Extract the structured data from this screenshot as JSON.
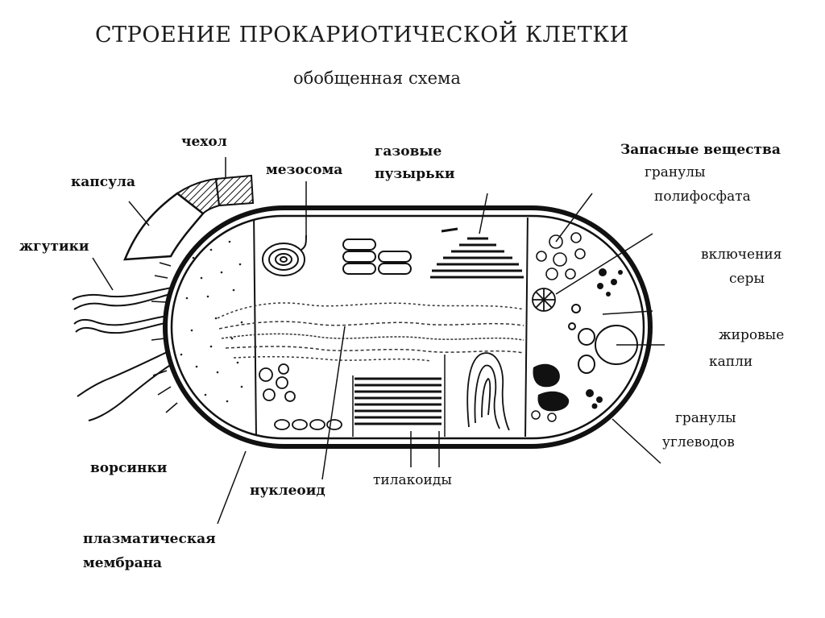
{
  "title": "СТРОЕНИЕ ПРОКАРИОТИЧЕСКОЙ КЛЕТКИ",
  "subtitle": "обобщенная схема",
  "labels": {
    "chehol": "чехол",
    "kapsula": "капсула",
    "zhgutiki": "жгутики",
    "mezosoma": "мезосома",
    "gazovye_1": "газовые",
    "gazovye_2": "пузырьки",
    "zapasnye": "Запасные вещества",
    "granuly_pf_1": "гранулы",
    "granuly_pf_2": "полифосфата",
    "vkl_sery_1": "включения",
    "vkl_sery_2": "серы",
    "zhir_1": "жировые",
    "zhir_2": "капли",
    "uglev_1": "гранулы",
    "uglev_2": "углеводов",
    "vorsinki": "ворсинки",
    "nukleoid": "нуклеоид",
    "tilakoidy": "тилакоиды",
    "plazm_1": "плазматическая",
    "plazm_2": "мембрана"
  }
}
